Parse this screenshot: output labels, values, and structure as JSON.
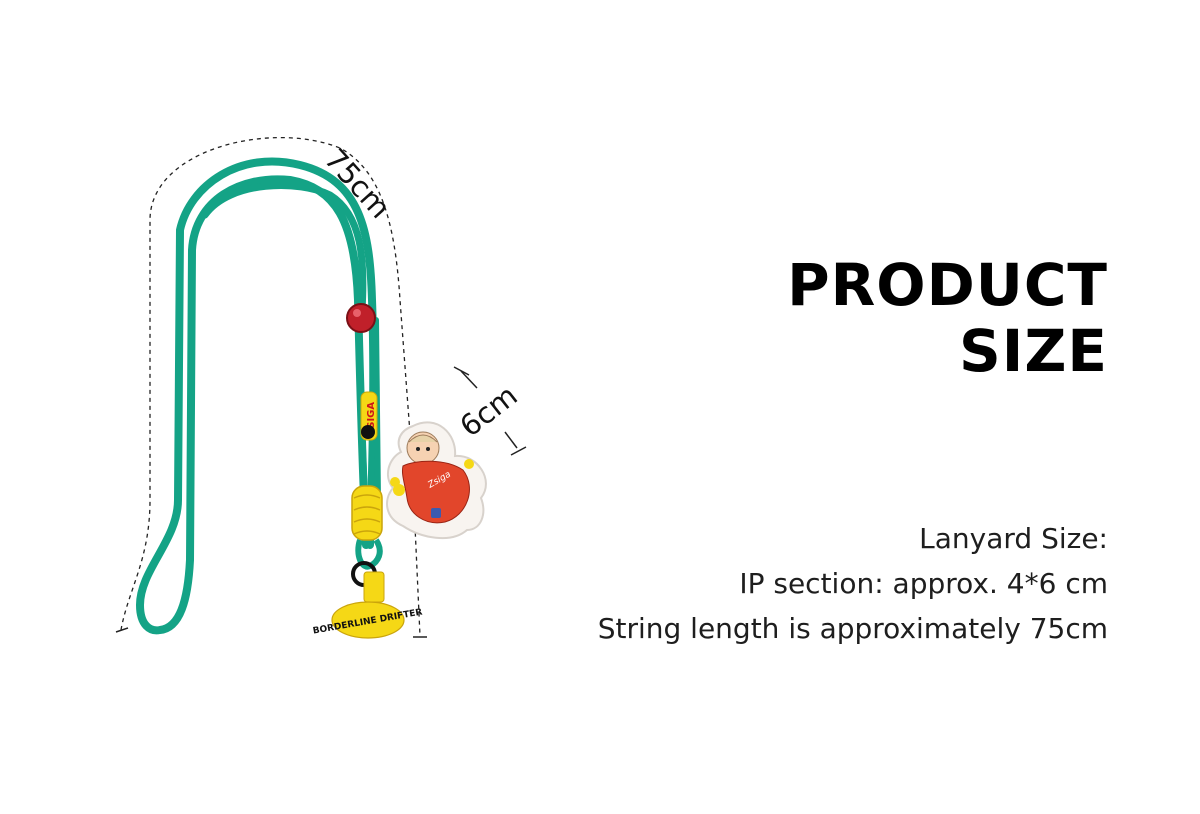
{
  "title": {
    "line1": "PRODUCT",
    "line2": "SIZE"
  },
  "specs": {
    "heading": "Lanyard Size:",
    "ip_section": "IP section: approx. 4*6 cm",
    "string_length": "String length is approximately 75cm"
  },
  "dimensions": {
    "lanyard_length_label": "75cm",
    "charm_height_label": "6cm"
  },
  "product_marks": {
    "bead_text": "ZSIGA",
    "tag_text": "BORDERLINE DRIFTER",
    "charm_signature": "Zsiga"
  },
  "colors": {
    "cord": "#14a386",
    "bead": "#f5d816",
    "stopper": "#c0202a",
    "tag": "#f5d816",
    "charm_dress": "#e2462b"
  }
}
